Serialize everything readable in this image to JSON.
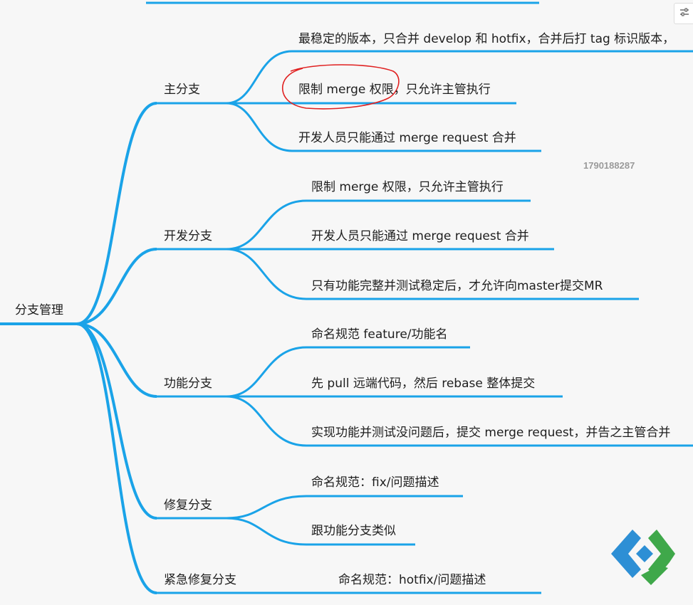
{
  "root": {
    "label": "分支管理"
  },
  "branches": [
    {
      "label": "主分支",
      "children": [
        "最稳定的版本，只合并 develop 和 hotfix，合并后打 tag 标识版本，",
        "限制 merge 权限，只允许主管执行",
        "开发人员只能通过 merge request 合并"
      ]
    },
    {
      "label": "开发分支",
      "children": [
        "限制 merge 权限，只允许主管执行",
        "开发人员只能通过 merge request 合并",
        "只有功能完整并测试稳定后，才允许向master提交MR"
      ]
    },
    {
      "label": "功能分支",
      "children": [
        "命名规范 feature/功能名",
        "先 pull 远端代码，然后 rebase 整体提交",
        "实现功能并测试没问题后，提交 merge request，并告之主管合并"
      ]
    },
    {
      "label": "修复分支",
      "children": [
        "命名规范：fix/问题描述",
        "跟功能分支类似"
      ]
    },
    {
      "label": "紧急修复分支",
      "children": [
        "命名规范：hotfix/问题描述"
      ]
    }
  ],
  "watermark": "1790188287",
  "colors": {
    "branch_line": "#1aa3e8",
    "annotation": "#e02020",
    "background": "#f7f7f7"
  },
  "toolbar": {
    "icon": "sliders-icon"
  }
}
